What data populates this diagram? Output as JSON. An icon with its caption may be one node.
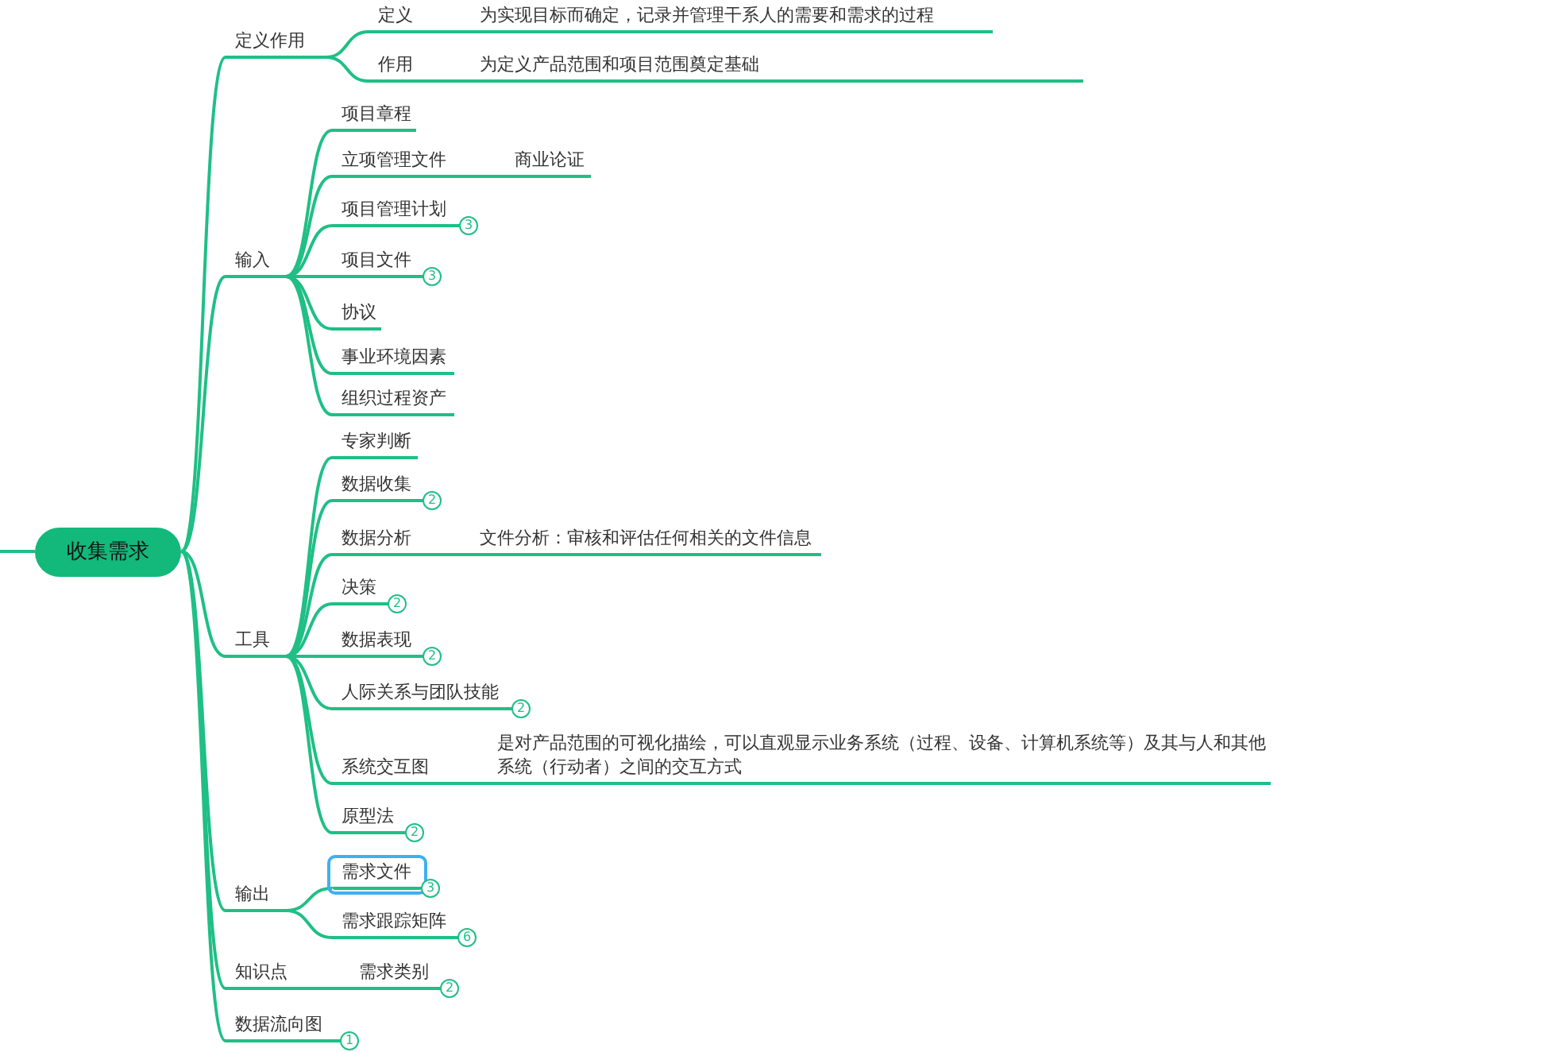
{
  "diagram": {
    "nodes": [
      {
        "text": [
          "收集需求"
        ]
      },
      {
        "text": [
          "定义作用"
        ]
      },
      {
        "text": [
          "定义"
        ]
      },
      {
        "text": [
          "为实现目标而确定，记录并管理干系人的需要和需求的过程"
        ]
      },
      {
        "text": [
          "作用"
        ]
      },
      {
        "text": [
          "为定义产品范围和项目范围奠定基础"
        ]
      },
      {
        "text": [
          "输入"
        ]
      },
      {
        "text": [
          "项目章程"
        ]
      },
      {
        "text": [
          "立项管理文件"
        ]
      },
      {
        "text": [
          "商业论证"
        ]
      },
      {
        "text": [
          "项目管理计划"
        ],
        "beside": [
          "3"
        ]
      },
      {
        "text": [
          "项目文件"
        ],
        "beside": [
          "3"
        ]
      },
      {
        "text": [
          "协议"
        ]
      },
      {
        "text": [
          "事业环境因素"
        ]
      },
      {
        "text": [
          "组织过程资产"
        ]
      },
      {
        "text": [
          "工具"
        ]
      },
      {
        "text": [
          "专家判断"
        ]
      },
      {
        "text": [
          "数据收集"
        ],
        "beside": [
          "2"
        ]
      },
      {
        "text": [
          "数据分析"
        ]
      },
      {
        "text": [
          "文件分析：审核和评估任何相关的文件信息"
        ]
      },
      {
        "text": [
          "决策"
        ],
        "beside": [
          "2"
        ]
      },
      {
        "text": [
          "数据表现"
        ],
        "beside": [
          "2"
        ]
      },
      {
        "text": [
          "人际关系与团队技能"
        ],
        "beside": [
          "2"
        ]
      },
      {
        "text": [
          "系统交互图"
        ]
      },
      {
        "text": [
          "是对产品范围的可视化描绘，可以直观显示业务系统（过程、设备、计算机系统等）及其与人和其他系统（行动者）之间的交互方式"
        ]
      },
      {
        "text": [
          "原型法"
        ],
        "beside": [
          "2"
        ]
      },
      {
        "text": [
          "输出"
        ]
      },
      {
        "text": [
          "需求文件"
        ],
        "beside": [
          "3"
        ]
      },
      {
        "text": [
          "需求跟踪矩阵"
        ],
        "beside": [
          "6"
        ]
      },
      {
        "text": [
          "知识点"
        ]
      },
      {
        "text": [
          "需求类别"
        ],
        "beside": [
          "2"
        ]
      },
      {
        "text": [
          "数据流向图"
        ],
        "beside": [
          "1"
        ]
      }
    ],
    "edges": [
      {
        "from": null,
        "to": 0,
        "arrow": "none"
      },
      {
        "from": 0,
        "to": 1,
        "arrow": "none"
      },
      {
        "from": 1,
        "to": 2,
        "arrow": "none"
      },
      {
        "from": 2,
        "to": 3,
        "arrow": "none"
      },
      {
        "from": 1,
        "to": 4,
        "arrow": "none"
      },
      {
        "from": 4,
        "to": 5,
        "arrow": "none"
      },
      {
        "from": 0,
        "to": 6,
        "arrow": "none"
      },
      {
        "from": 6,
        "to": 7,
        "arrow": "none"
      },
      {
        "from": 6,
        "to": 8,
        "arrow": "none"
      },
      {
        "from": 8,
        "to": 9,
        "arrow": "none"
      },
      {
        "from": 6,
        "to": 10,
        "arrow": "none"
      },
      {
        "from": 6,
        "to": 11,
        "arrow": "none"
      },
      {
        "from": 6,
        "to": 12,
        "arrow": "none"
      },
      {
        "from": 6,
        "to": 13,
        "arrow": "none"
      },
      {
        "from": 6,
        "to": 14,
        "arrow": "none"
      },
      {
        "from": 0,
        "to": 15,
        "arrow": "none"
      },
      {
        "from": 15,
        "to": 16,
        "arrow": "none"
      },
      {
        "from": 15,
        "to": 17,
        "arrow": "none"
      },
      {
        "from": 15,
        "to": 18,
        "arrow": "none"
      },
      {
        "from": 18,
        "to": 19,
        "arrow": "none"
      },
      {
        "from": 15,
        "to": 20,
        "arrow": "none"
      },
      {
        "from": 15,
        "to": 21,
        "arrow": "none"
      },
      {
        "from": 15,
        "to": 22,
        "arrow": "none"
      },
      {
        "from": 15,
        "to": 23,
        "arrow": "none"
      },
      {
        "from": 23,
        "to": 24,
        "arrow": "none"
      },
      {
        "from": 15,
        "to": 25,
        "arrow": "none"
      },
      {
        "from": 0,
        "to": 26,
        "arrow": "none"
      },
      {
        "from": 26,
        "to": 27,
        "arrow": "none"
      },
      {
        "from": 26,
        "to": 28,
        "arrow": "none"
      },
      {
        "from": 0,
        "to": 29,
        "arrow": "none"
      },
      {
        "from": 29,
        "to": 30,
        "arrow": "none"
      },
      {
        "from": 0,
        "to": 31,
        "arrow": "none"
      }
    ]
  }
}
